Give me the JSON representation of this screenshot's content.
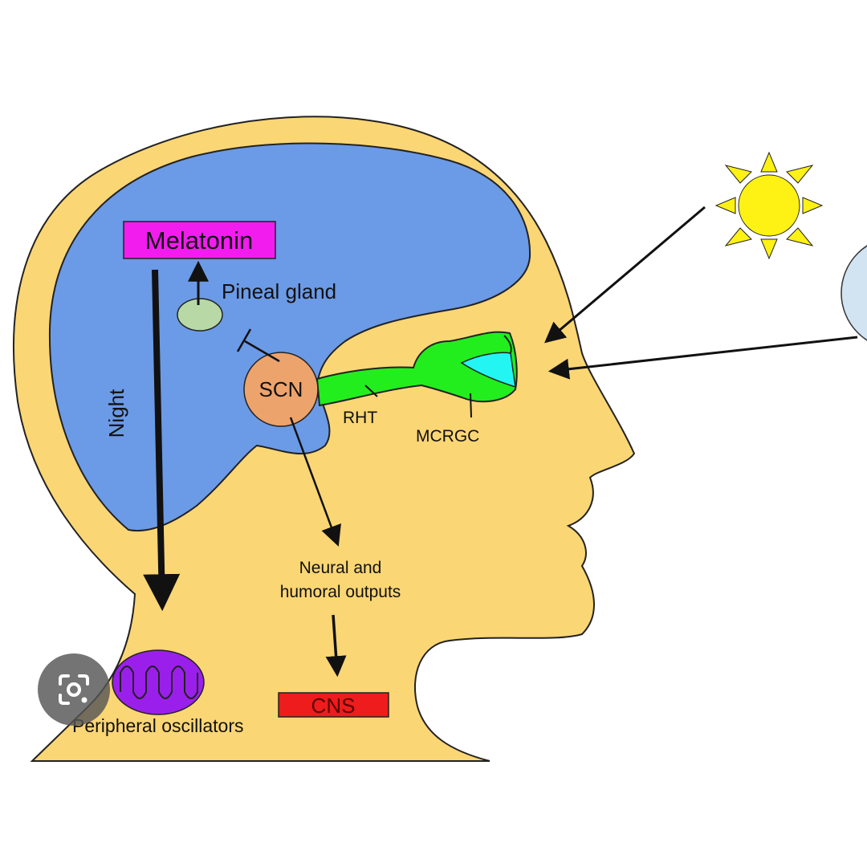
{
  "labels": {
    "melatonin": "Melatonin",
    "pineal_gland": "Pineal gland",
    "night": "Night",
    "scn": "SCN",
    "rht": "RHT",
    "mcrgc": "MCRGC",
    "outputs_line1": "Neural and",
    "outputs_line2": "humoral outputs",
    "cns": "CNS",
    "peripheral": "Peripheral oscillators"
  },
  "colors": {
    "head": "#FBD675",
    "brain": "#6B9AE6",
    "melatonin_box": "#F21CEF",
    "pineal": "#B8D9A6",
    "scn": "#EDA36C",
    "optic_tract": "#22EE1E",
    "lens": "#23F5F3",
    "cns_box": "#EE1C1C",
    "oscillator": "#9B1FEA",
    "sun": "#FEF114",
    "moon": "#D2E3F2",
    "arrow": "#111111"
  },
  "icons": {
    "sun": "sun-icon",
    "moon": "moon-icon",
    "lens_overlay": "google-lens-icon"
  }
}
